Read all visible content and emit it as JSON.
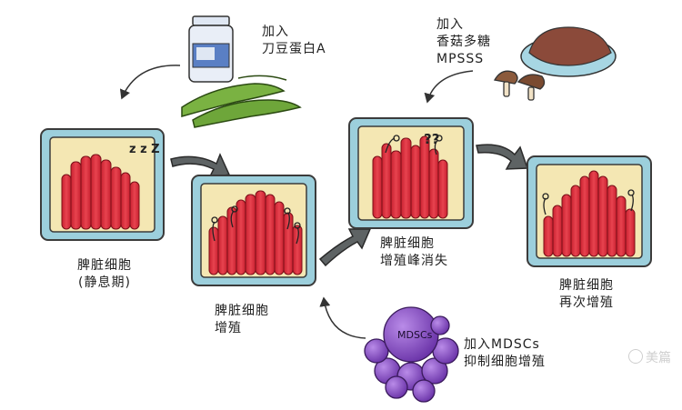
{
  "labels": {
    "resting": {
      "line1": "脾脏细胞",
      "line2": "(静息期)"
    },
    "proliferation": {
      "line1": "脾脏细胞",
      "line2": "增殖"
    },
    "peak_loss": {
      "line1": "脾脏细胞",
      "line2": "增殖峰消失"
    },
    "re_proliferation": {
      "line1": "脾脏细胞",
      "line2": "再次增殖"
    },
    "add_cona": {
      "line1": "加入",
      "line2": "刀豆蛋白A"
    },
    "add_mpsss": {
      "line1": "加入",
      "line2": "香菇多糖",
      "line3": "MPSSS"
    },
    "add_mdscs": {
      "line1": "加入MDSCs",
      "line2": "抑制细胞增殖"
    }
  },
  "icons": {
    "sleep_text": "z z Z",
    "question_text": "??",
    "mdscs_text": "MDSCs"
  },
  "watermark": {
    "text": "美篇"
  },
  "colors": {
    "panel_border": "#9ccfdc",
    "panel_inner": "#f4e7b3",
    "cell_red": "#e23845",
    "cell_dark": "#b51d2b",
    "arrow_gray": "#5e6364",
    "mdscs_purple": "#8a4fc8",
    "bean_green": "#6ea63a",
    "bottle_blue": "#5a7fc4",
    "mushroom_brown": "#8b5a3c"
  }
}
